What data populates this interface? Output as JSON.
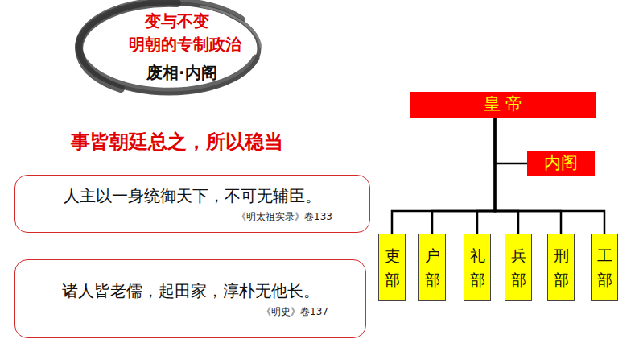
{
  "diagram": {
    "title": "变与不变",
    "nodes": [
      {
        "text": [
          "人主以一身统御天下，不可无辅臣。",
          "—《明太祖实录》卷133"
        ]
      },
      {
        "text": [
          "诸人皆老儒，起田家，淳朴无他长。",
          "— 《明史》卷137"
        ]
      },
      {
        "text": [
          "皇 帝"
        ]
      },
      {
        "text": [
          "内阁"
        ]
      },
      {
        "text": [
          "吏部"
        ]
      },
      {
        "text": [
          "户部"
        ]
      },
      {
        "text": [
          "礼部"
        ]
      },
      {
        "text": [
          "兵部"
        ]
      },
      {
        "text": [
          "刑部"
        ]
      },
      {
        "text": [
          "工部"
        ]
      }
    ],
    "edges": [
      {
        "from": 2,
        "to": 3,
        "arrow": "none"
      },
      {
        "from": 2,
        "to": 4,
        "arrow": "none"
      },
      {
        "from": 2,
        "to": 5,
        "arrow": "none"
      },
      {
        "from": 2,
        "to": 6,
        "arrow": "none"
      },
      {
        "from": 2,
        "to": 7,
        "arrow": "none"
      },
      {
        "from": 2,
        "to": 8,
        "arrow": "none"
      },
      {
        "from": 2,
        "to": 9,
        "arrow": "none"
      }
    ],
    "labels": [
      "明朝的专制政治",
      "废相·内阁",
      "事皆朝廷总之，所以稳当"
    ]
  }
}
